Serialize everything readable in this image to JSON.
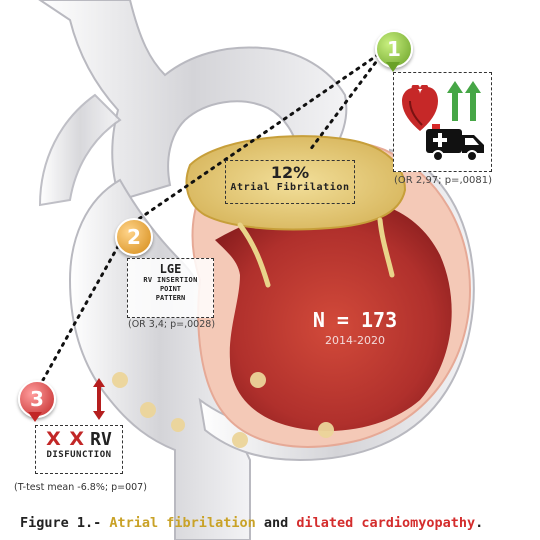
{
  "markers": {
    "m1": "1",
    "m2": "2",
    "m3": "3"
  },
  "box_af": {
    "pct": "12%",
    "label": "Atrial Fibrilation"
  },
  "box_lge": {
    "title": "LGE",
    "line1": "RV INSERTION",
    "line2": "POINT",
    "line3": "PATTERN",
    "stat": "(OR 3,4; p=,0028)"
  },
  "box_rv": {
    "crosses": "X X",
    "rv": "RV",
    "label": "DISFUNCTION",
    "stat": "(T-test mean -6.8%; p=007)"
  },
  "box_hosp": {
    "stat": "(OR 2,97; p=,0081)"
  },
  "center": {
    "n": "N = 173",
    "years": "2014-2020"
  },
  "caption": {
    "prefix": "Figure 1.- ",
    "af": "Atrial fibrilation",
    "and": " and ",
    "dcm": "dilated cardiomyopathy",
    "dot": "."
  },
  "colors": {
    "af": "#c9a227",
    "dcm": "#d42d2d",
    "marker_green": "#8dc63f",
    "marker_orange": "#e8a33a",
    "marker_red": "#d83b3b",
    "heart_red": "#b82b2b"
  },
  "icons": [
    "heart-icon",
    "ambulance-icon",
    "arrow-up-icon",
    "arrow-up-down-icon"
  ]
}
